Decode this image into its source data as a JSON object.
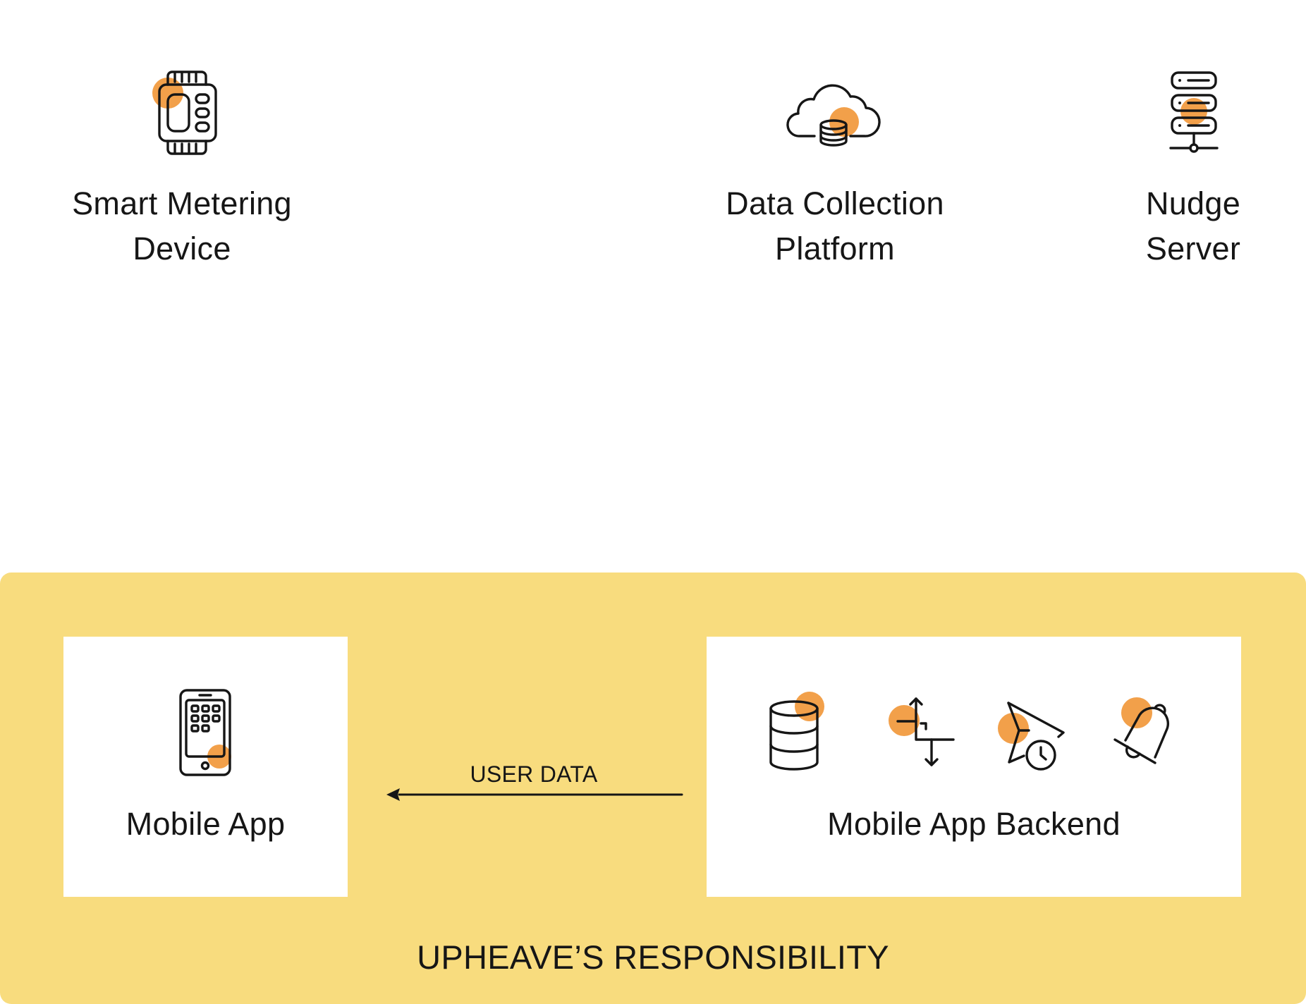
{
  "colors": {
    "accent_dot": "#F2A04A",
    "zone_background": "#F8DC7E",
    "card_background": "#FFFFFF",
    "text": "#161616"
  },
  "top_nodes": [
    {
      "id": "smart-metering-device",
      "label": "Smart Metering\nDevice",
      "icon": "smart-meter-icon"
    },
    {
      "id": "data-collection-platform",
      "label": "Data Collection\nPlatform",
      "icon": "cloud-database-icon"
    },
    {
      "id": "nudge-server",
      "label": "Nudge\nServer",
      "icon": "server-rack-icon"
    }
  ],
  "zone": {
    "title": "UPHEAVE’S RESPONSIBILITY",
    "cards": [
      {
        "id": "mobile-app",
        "label": "Mobile App",
        "icons": [
          "smartphone-icon"
        ]
      },
      {
        "id": "mobile-app-backend",
        "label": "Mobile App Backend",
        "icons": [
          "database-icon",
          "data-transform-arrows-icon",
          "scheduled-send-icon",
          "notification-bell-icon"
        ]
      }
    ],
    "edges": [
      {
        "from": "mobile-app-backend",
        "to": "mobile-app",
        "label": "USER DATA",
        "direction": "right-to-left"
      }
    ]
  }
}
